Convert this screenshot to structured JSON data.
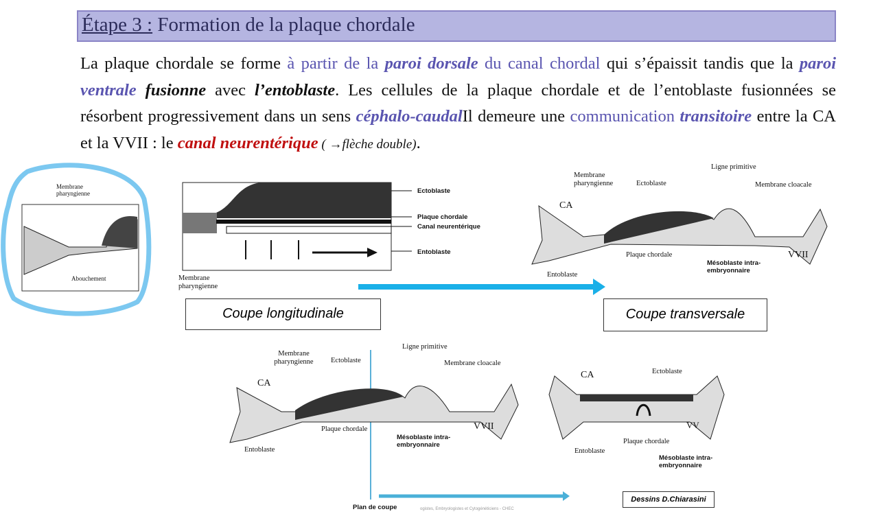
{
  "title": {
    "prefix": "Étape 3 :",
    "text": " Formation de la plaque chordale"
  },
  "paragraph": [
    {
      "t": "La plaque chordale se forme ",
      "s": ""
    },
    {
      "t": "à partir de la ",
      "s": "b"
    },
    {
      "t": "paroi dorsale",
      "s": "bi"
    },
    {
      "t": " du canal chordal",
      "s": "b"
    },
    {
      "t": " qui s’épaissit tandis que la ",
      "s": ""
    },
    {
      "t": "paroi ventrale",
      "s": "bi"
    },
    {
      "t": " ",
      "s": ""
    },
    {
      "t": "fusionne",
      "s": "k"
    },
    {
      "t": " avec ",
      "s": ""
    },
    {
      "t": "l’entoblaste",
      "s": "k"
    },
    {
      "t": ". Les cellules de la plaque chordale et de l’entoblaste fusionnées se résorbent progressivement dans un sens ",
      "s": ""
    },
    {
      "t": "céphalo-caudal",
      "s": "bi"
    },
    {
      "t": "Il demeure une ",
      "s": ""
    },
    {
      "t": "communication ",
      "s": "b"
    },
    {
      "t": "transitoire",
      "s": "bi"
    },
    {
      "t": " entre la CA et la VVII : le ",
      "s": ""
    },
    {
      "t": "canal neurentérique",
      "s": "r"
    },
    {
      "t": " ( →flèche double)",
      "s": "sm"
    },
    {
      "t": ".",
      "s": ""
    }
  ],
  "fig_sketch": {
    "membrane": "Membrane pharyngienne",
    "abouchement": "Abouchement",
    "sig": "pc"
  },
  "fig_long": {
    "ectoblaste": "Ectoblaste",
    "plaque": "Plaque chordale",
    "canal": "Canal neurentérique",
    "entoblaste": "Entoblaste",
    "membrane": "Membrane pharyngienne",
    "caption": "Coupe longitudinale"
  },
  "fig_trans1": {
    "membrane": "Membrane pharyngienne",
    "ectoblaste": "Ectoblaste",
    "ligne": "Ligne primitive",
    "cloacale": "Membrane cloacale",
    "ca": "CA",
    "plaque": "Plaque chordale",
    "mesoblaste": "Mésoblaste intra-embryonnaire",
    "entoblaste": "Entoblaste",
    "vv": "VVII",
    "caption": "Coupe transversale"
  },
  "fig_bottom1": {
    "membrane": "Membrane pharyngienne",
    "ectoblaste": "Ectoblaste",
    "ligne": "Ligne primitive",
    "cloacale": "Membrane cloacale",
    "ca": "CA",
    "plaque": "Plaque chordale",
    "mesoblaste": "Mésoblaste intra-embryonnaire",
    "entoblaste": "Entoblaste",
    "vv": "VVII",
    "plan": "Plan de coupe"
  },
  "fig_bottom2": {
    "ca": "CA",
    "ectoblaste": "Ectoblaste",
    "plaque": "Plaque chordale",
    "entoblaste": "Entoblaste",
    "vv": "VV",
    "mesoblaste": "Mésoblaste intra-embryonnaire"
  },
  "credit": "Dessins D.Chiarasini",
  "footer": "ogistes, Embryologistes et Cytogénéticiens - CHEC",
  "colors": {
    "arrow": "#1ab0e8",
    "highlight": "#7cc8f0"
  }
}
